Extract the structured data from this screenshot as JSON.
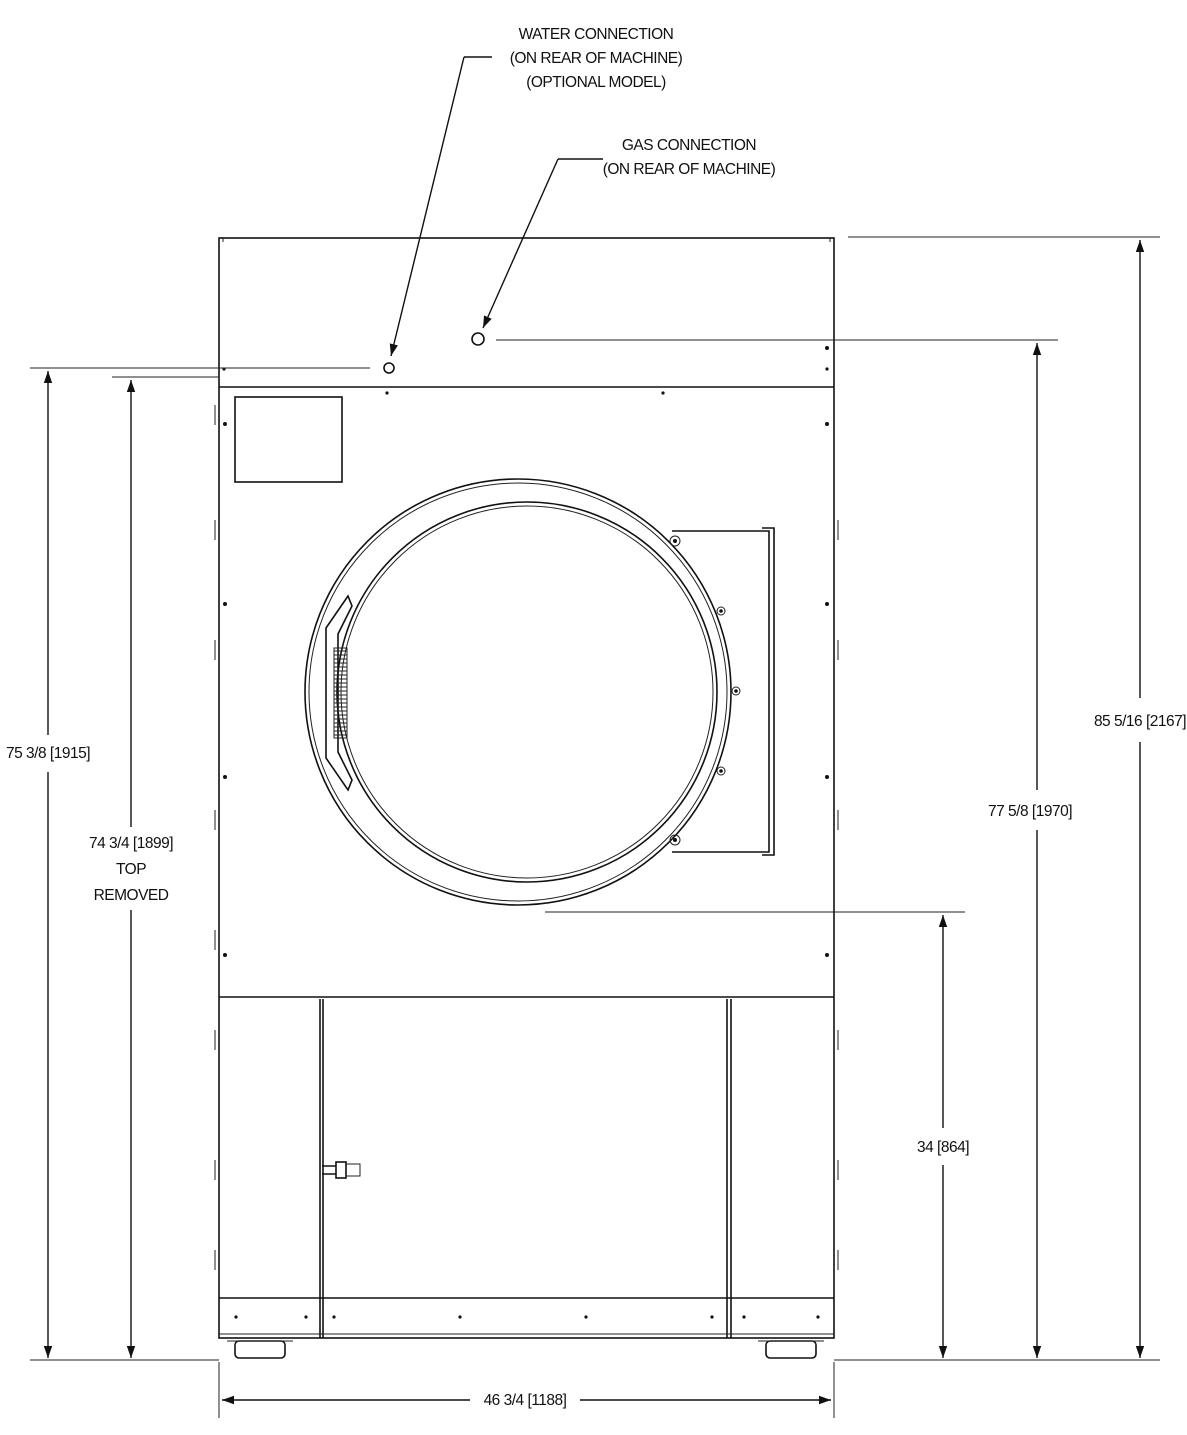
{
  "callouts": {
    "water": [
      "WATER CONNECTION",
      "(ON REAR OF MACHINE)",
      "(OPTIONAL MODEL)"
    ],
    "gas": [
      "GAS CONNECTION",
      "(ON REAR OF MACHINE)"
    ]
  },
  "dimensions": {
    "overall_height": "85 5/16 [2167]",
    "gas_height": "77 5/8 [1970]",
    "water_height": "75 3/8 [1915]",
    "top_removed_height": [
      "74 3/4 [1899]",
      "TOP",
      "REMOVED"
    ],
    "door_bottom_height": "34 [864]",
    "width": "46 3/4 [1188]"
  }
}
